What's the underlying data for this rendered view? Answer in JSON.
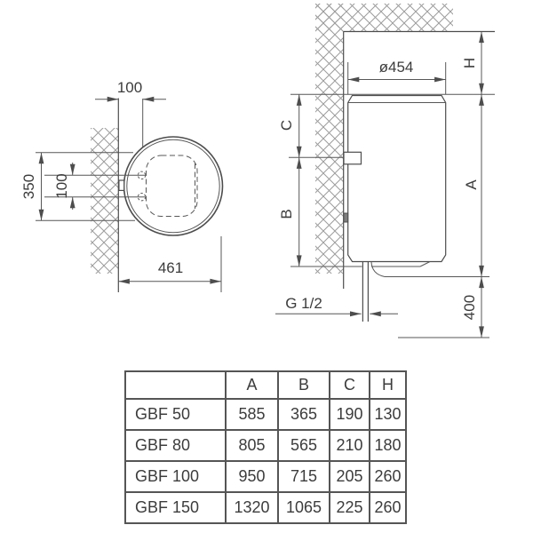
{
  "drawing": {
    "front_view": {
      "hole_offset_from_wall": "100",
      "bracket_height": "350",
      "hole_spacing": "100",
      "overall_depth": "461"
    },
    "side_view": {
      "diameter": "ø454",
      "ceiling_clearance_label": "H",
      "top_offset_label": "C",
      "bracket_span_label": "B",
      "overall_height_label": "A",
      "floor_clearance": "400",
      "pipe_thread": "G 1/2"
    }
  },
  "table": {
    "col_headers": [
      "A",
      "B",
      "C",
      "H"
    ],
    "rows": [
      {
        "model": "GBF 50",
        "A": "585",
        "B": "365",
        "C": "190",
        "H": "130"
      },
      {
        "model": "GBF 80",
        "A": "805",
        "B": "565",
        "C": "210",
        "H": "180"
      },
      {
        "model": "GBF 100",
        "A": "950",
        "B": "715",
        "C": "205",
        "H": "260"
      },
      {
        "model": "GBF 150",
        "A": "1320",
        "B": "1065",
        "C": "225",
        "H": "260"
      }
    ]
  }
}
